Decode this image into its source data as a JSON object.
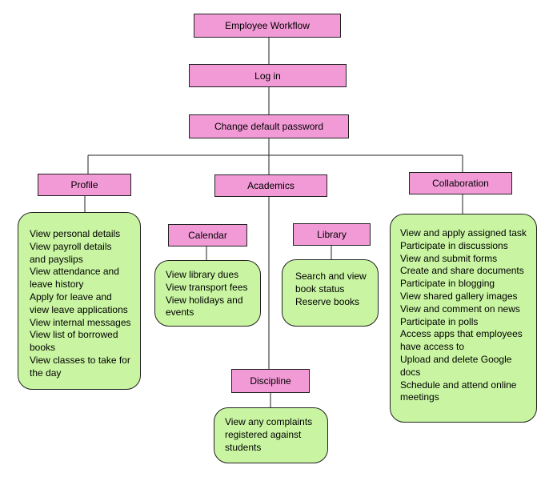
{
  "nodes": {
    "root": "Employee Workflow",
    "login": "Log in",
    "change_password": "Change default password",
    "profile": "Profile",
    "academics": "Academics",
    "collaboration": "Collaboration",
    "calendar": "Calendar",
    "library": "Library",
    "discipline": "Discipline"
  },
  "panels": {
    "profile": [
      "View personal details",
      "View payroll details",
      "and payslips",
      "View attendance and",
      "leave history",
      "Apply for leave and",
      "view leave applications",
      "View internal messages",
      "View list of borrowed",
      "books",
      "View classes to take for",
      "the day"
    ],
    "calendar": [
      "View library dues",
      "View transport fees",
      "View holidays and",
      "events"
    ],
    "library": [
      "Search and view",
      "book status",
      "Reserve books"
    ],
    "discipline": [
      "View any complaints",
      "registered against",
      "students"
    ],
    "collaboration": [
      "View and apply assigned task",
      "Participate in discussions",
      "View and submit forms",
      "Create and share documents",
      "Participate in blogging",
      "View shared gallery images",
      "View and comment on news",
      "Participate in polls",
      "Access apps that employees",
      "have access to",
      "Upload and delete Google",
      "docs",
      "Schedule and attend online",
      "meetings"
    ]
  },
  "colors": {
    "node_fill": "#f29ad6",
    "panel_fill": "#c9f5a2",
    "line": "#222222"
  }
}
